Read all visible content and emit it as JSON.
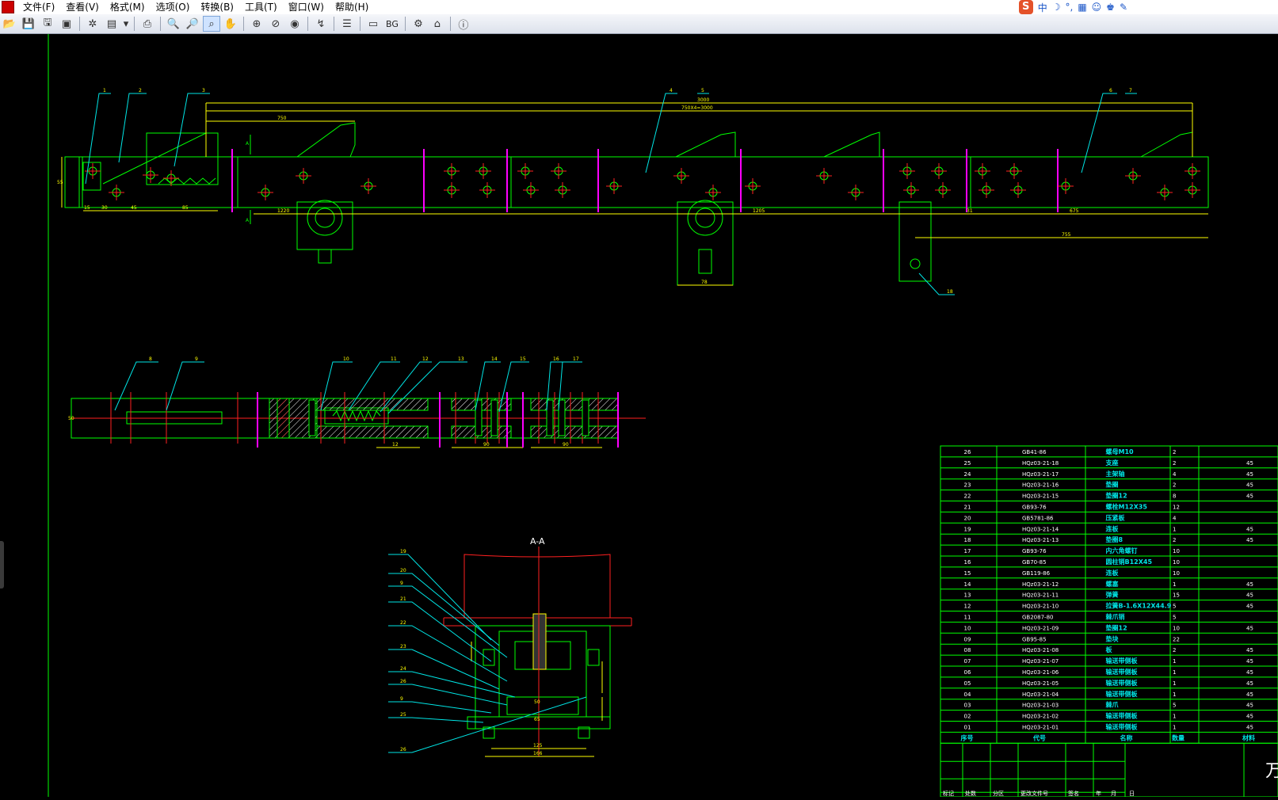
{
  "menubar": {
    "items": [
      "文件(F)",
      "查看(V)",
      "格式(M)",
      "选项(O)",
      "转换(B)",
      "工具(T)",
      "窗口(W)",
      "帮助(H)"
    ]
  },
  "ime": {
    "logo": "S",
    "label": "中"
  },
  "toolbar": {
    "bg_label": "BG"
  },
  "drawing": {
    "top_dims": {
      "total": "3000",
      "sub": "750X4=3000",
      "d750": "750",
      "d1220": "1220",
      "d1205": "1205",
      "d675": "675",
      "d755": "755",
      "d30": "30",
      "d15": "15",
      "d45": "45",
      "d85": "85",
      "d78": "78",
      "d55": "55",
      "d31": "31"
    },
    "section_labels": {
      "a1": "A",
      "a2": "A"
    },
    "top_balloons": [
      "1",
      "2",
      "3",
      "4",
      "5",
      "6",
      "7",
      "18"
    ],
    "mid_balloons": [
      "8",
      "9",
      "10",
      "11",
      "12",
      "13",
      "14",
      "15",
      "16",
      "17"
    ],
    "mid_dims": {
      "d90a": "90",
      "d90b": "90",
      "d12": "12",
      "d50": "50"
    },
    "section_title": "A-A",
    "sec_balloons": [
      "19",
      "20",
      "9",
      "21",
      "22",
      "23",
      "24",
      "26",
      "9",
      "25",
      "26"
    ],
    "sec_dims": {
      "d125": "125",
      "d166": "166",
      "d50": "50",
      "d65": "65"
    }
  },
  "bom": {
    "rows": [
      {
        "no": "26",
        "code": "GB41-86",
        "name": "螺母M10",
        "qty": "2",
        "mat": ""
      },
      {
        "no": "25",
        "code": "HQz03-21-18",
        "name": "支座",
        "qty": "2",
        "mat": "45"
      },
      {
        "no": "24",
        "code": "HQz03-21-17",
        "name": "主架轴",
        "qty": "4",
        "mat": "45"
      },
      {
        "no": "23",
        "code": "HQz03-21-16",
        "name": "垫圈",
        "qty": "2",
        "mat": "45"
      },
      {
        "no": "22",
        "code": "HQz03-21-15",
        "name": "垫圈12",
        "qty": "8",
        "mat": "45"
      },
      {
        "no": "21",
        "code": "GB93-76",
        "name": "螺栓M12X35",
        "qty": "12",
        "mat": ""
      },
      {
        "no": "20",
        "code": "GB5781-86",
        "name": "压紧板",
        "qty": "4",
        "mat": ""
      },
      {
        "no": "19",
        "code": "HQz03-21-14",
        "name": "连板",
        "qty": "1",
        "mat": "45"
      },
      {
        "no": "18",
        "code": "HQz03-21-13",
        "name": "垫圈8",
        "qty": "2",
        "mat": "45"
      },
      {
        "no": "17",
        "code": "GB93-76",
        "name": "内六角螺钉",
        "qty": "10",
        "mat": ""
      },
      {
        "no": "16",
        "code": "GB70-85",
        "name": "圆柱销B12X45",
        "qty": "10",
        "mat": ""
      },
      {
        "no": "15",
        "code": "GB119-86",
        "name": "连板",
        "qty": "10",
        "mat": ""
      },
      {
        "no": "14",
        "code": "HQz03-21-12",
        "name": "螺塞",
        "qty": "1",
        "mat": "45"
      },
      {
        "no": "13",
        "code": "HQz03-21-11",
        "name": "弹簧",
        "qty": "15",
        "mat": "45"
      },
      {
        "no": "12",
        "code": "HQz03-21-10",
        "name": "拉簧B-1.6X12X44.9",
        "qty": "5",
        "mat": "45"
      },
      {
        "no": "11",
        "code": "GB2087-80",
        "name": "棘爪销",
        "qty": "5",
        "mat": ""
      },
      {
        "no": "10",
        "code": "HQz03-21-09",
        "name": "垫圈12",
        "qty": "10",
        "mat": "45"
      },
      {
        "no": "09",
        "code": "GB95-85",
        "name": "垫块",
        "qty": "22",
        "mat": ""
      },
      {
        "no": "08",
        "code": "HQz03-21-08",
        "name": "板",
        "qty": "2",
        "mat": "45"
      },
      {
        "no": "07",
        "code": "HQz03-21-07",
        "name": "输送带侧板",
        "qty": "1",
        "mat": "45"
      },
      {
        "no": "06",
        "code": "HQz03-21-06",
        "name": "输送带侧板",
        "qty": "1",
        "mat": "45"
      },
      {
        "no": "05",
        "code": "HQz03-21-05",
        "name": "输送带侧板",
        "qty": "1",
        "mat": "45"
      },
      {
        "no": "04",
        "code": "HQz03-21-04",
        "name": "输送带侧板",
        "qty": "1",
        "mat": "45"
      },
      {
        "no": "03",
        "code": "HQz03-21-03",
        "name": "棘爪",
        "qty": "5",
        "mat": "45"
      },
      {
        "no": "02",
        "code": "HQz03-21-02",
        "name": "输送带侧板",
        "qty": "1",
        "mat": "45"
      },
      {
        "no": "01",
        "code": "HQz03-21-01",
        "name": "输送带侧板",
        "qty": "1",
        "mat": "45"
      }
    ],
    "header": {
      "no": "序号",
      "code": "代号",
      "name": "名称",
      "qty": "数量",
      "mat": "材料"
    },
    "title_block_partial": "万",
    "title_block_bottom": [
      "标记",
      "处数",
      "分区",
      "更改文件号",
      "签名",
      "年",
      "月",
      "日"
    ]
  },
  "colors": {
    "green": "#00ff00",
    "yellow": "#ffff00",
    "cyan": "#00e5e5",
    "magenta": "#ff00ff",
    "red": "#ff2020",
    "white": "#ffffff",
    "black": "#000000"
  }
}
